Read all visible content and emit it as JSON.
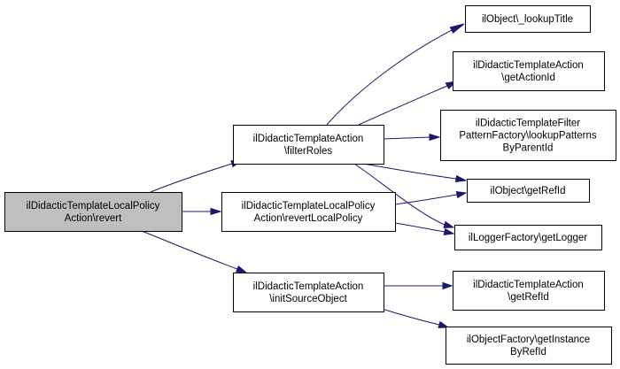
{
  "colors": {
    "edge": "#191970",
    "node_fill": "#ffffff",
    "root_fill": "#bfbfbf",
    "node_border": "#000000"
  },
  "nodes": [
    {
      "id": "revert",
      "lines": [
        "ilDidacticTemplateLocalPolicy",
        "Action\\revert"
      ],
      "root": true
    },
    {
      "id": "filterRoles",
      "lines": [
        "ilDidacticTemplateAction",
        "\\filterRoles"
      ]
    },
    {
      "id": "revertLocalPolicy",
      "lines": [
        "ilDidacticTemplateLocalPolicy",
        "Action\\revertLocalPolicy"
      ]
    },
    {
      "id": "initSourceObject",
      "lines": [
        "ilDidacticTemplateAction",
        "\\initSourceObject"
      ]
    },
    {
      "id": "lookupTitle",
      "lines": [
        "ilObject\\_lookupTitle"
      ]
    },
    {
      "id": "getActionId",
      "lines": [
        "ilDidacticTemplateAction",
        "\\getActionId"
      ]
    },
    {
      "id": "lookupPatterns",
      "lines": [
        "ilDidacticTemplateFilter",
        "PatternFactory\\lookupPatterns",
        "ByParentId"
      ]
    },
    {
      "id": "getRefId",
      "lines": [
        "ilObject\\getRefId"
      ]
    },
    {
      "id": "getLogger",
      "lines": [
        "ilLoggerFactory\\getLogger"
      ]
    },
    {
      "id": "actionGetRefId",
      "lines": [
        "ilDidacticTemplateAction",
        "\\getRefId"
      ]
    },
    {
      "id": "getInstance",
      "lines": [
        "ilObjectFactory\\getInstance",
        "ByRefId"
      ]
    }
  ],
  "edges": [
    {
      "from": "revert",
      "to": "filterRoles"
    },
    {
      "from": "revert",
      "to": "revertLocalPolicy"
    },
    {
      "from": "revert",
      "to": "initSourceObject"
    },
    {
      "from": "filterRoles",
      "to": "lookupTitle"
    },
    {
      "from": "filterRoles",
      "to": "getActionId"
    },
    {
      "from": "filterRoles",
      "to": "lookupPatterns"
    },
    {
      "from": "filterRoles",
      "to": "getRefId"
    },
    {
      "from": "filterRoles",
      "to": "getLogger"
    },
    {
      "from": "revertLocalPolicy",
      "to": "getRefId"
    },
    {
      "from": "revertLocalPolicy",
      "to": "getLogger"
    },
    {
      "from": "initSourceObject",
      "to": "actionGetRefId"
    },
    {
      "from": "initSourceObject",
      "to": "getInstance"
    }
  ]
}
